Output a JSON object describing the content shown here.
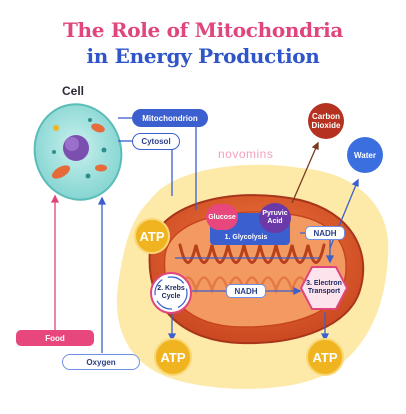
{
  "title": {
    "line1": "The Role of Mitochondria",
    "line2": "in Energy Production"
  },
  "cell_label": "Cell",
  "labels": {
    "mitochondrion": "Mitochondrion",
    "cytosol": "Cytosol",
    "glucose": "Glucose",
    "pyruvic_acid": "Pyruvic Acid",
    "glycolysis": "1. Glycolysis",
    "nadh_top": "NADH",
    "nadh_bottom": "NADH",
    "krebs": "2. Krebs Cycle",
    "electron_transport": "3. Electron Transport",
    "carbon_dioxide": "Carbon Dioxide",
    "water": "Water",
    "atp_left": "ATP",
    "atp_bottom_left": "ATP",
    "atp_bottom_right": "ATP",
    "food": "Food",
    "oxygen": "Oxygen"
  },
  "watermark": "novomins",
  "colors": {
    "title_pink": "#e0457e",
    "title_blue": "#2f55c8",
    "blob_yellow": "#fde9a8",
    "mito_orange": "#d9552a",
    "atp_gold": "#f0b420"
  },
  "icons": [
    "refresh-icon",
    "lightning-icon",
    "cell-icon"
  ]
}
